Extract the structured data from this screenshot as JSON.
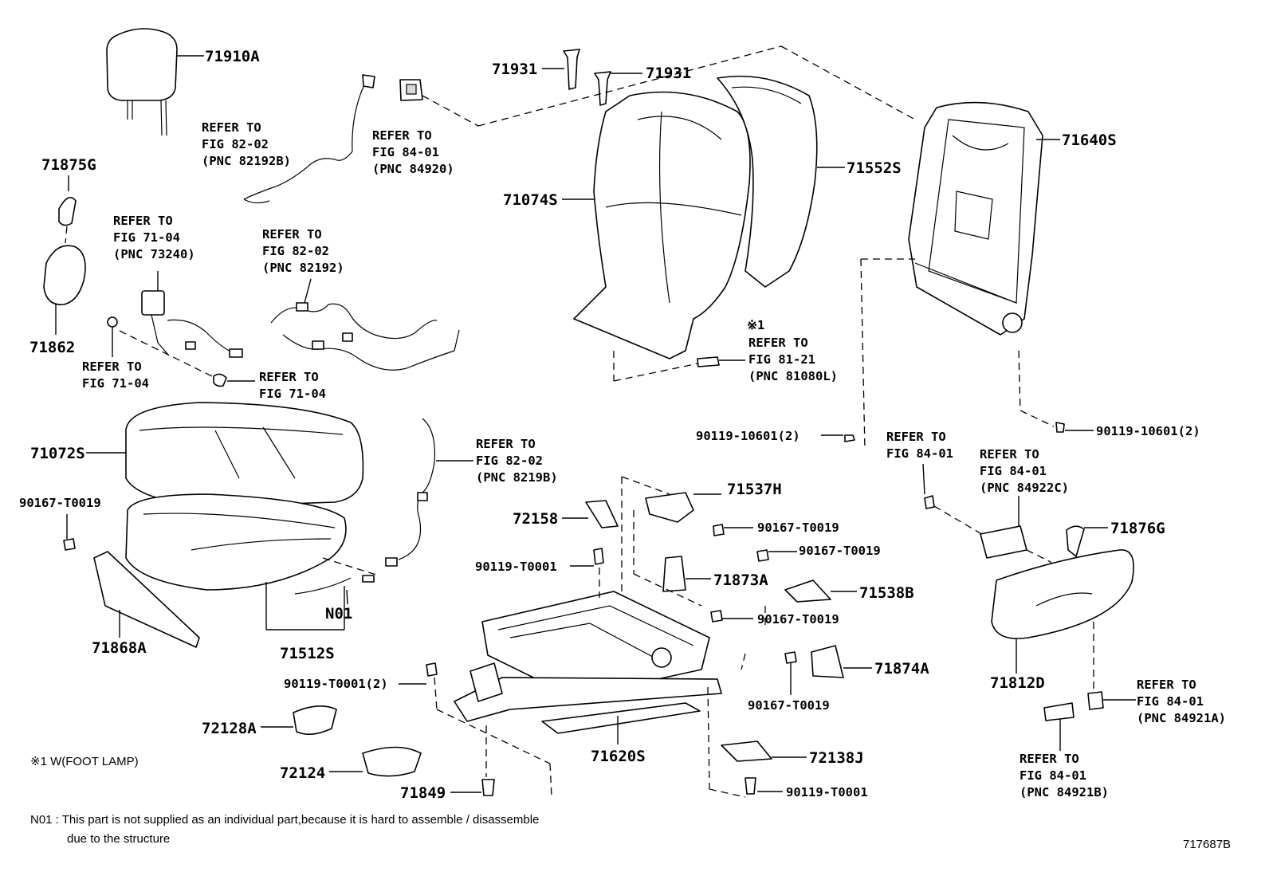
{
  "parts": {
    "p71910A": "71910A",
    "p71931a": "71931",
    "p71931b": "71931",
    "p71640S": "71640S",
    "p71552S": "71552S",
    "p71074S": "71074S",
    "p71875G": "71875G",
    "p71862": "71862",
    "p71072S": "71072S",
    "p90167a": "90167-T0019",
    "p71868A": "71868A",
    "p71512S": "71512S",
    "pN01": "N01",
    "p71537H": "71537H",
    "p72158": "72158",
    "p90167b": "90167-T0019",
    "p90167c": "90167-T0019",
    "p90119T0001a": "90119-T0001",
    "p71873A": "71873A",
    "p71538B": "71538B",
    "p90167d": "90167-T0019",
    "p90119T0001b": "90119-T0001(2)",
    "p71874A": "71874A",
    "p90167e": "90167-T0019",
    "p72128A": "72128A",
    "p71620S": "71620S",
    "p72124": "72124",
    "p71849": "71849",
    "p72138J": "72138J",
    "p90119T0001c": "90119-T0001",
    "p90119_10601a": "90119-10601(2)",
    "p90119_10601b": "90119-10601(2)",
    "p71876G": "71876G",
    "p71812D": "71812D"
  },
  "refs": {
    "r1": [
      "REFER TO",
      "FIG 82-02",
      "(PNC 82192B)"
    ],
    "r2": [
      "REFER TO",
      "FIG 84-01",
      "(PNC 84920)"
    ],
    "r3": [
      "REFER TO",
      "FIG 71-04",
      "(PNC 73240)"
    ],
    "r4": [
      "REFER TO",
      "FIG 82-02",
      "(PNC 82192)"
    ],
    "r5": [
      "REFER TO",
      "FIG 71-04"
    ],
    "r6": [
      "REFER TO",
      "FIG 71-04"
    ],
    "r7": [
      "※1",
      "REFER TO",
      "FIG 81-21",
      "(PNC 81080L)"
    ],
    "r8": [
      "REFER TO",
      "FIG 82-02",
      "(PNC 8219B)"
    ],
    "r9": [
      "REFER TO",
      "FIG 84-01"
    ],
    "r10": [
      "REFER TO",
      "FIG 84-01",
      "(PNC 84922C)"
    ],
    "r11": [
      "REFER TO",
      "FIG 84-01",
      "(PNC 84921A)"
    ],
    "r12": [
      "REFER TO",
      "FIG 84-01",
      "(PNC 84921B)"
    ]
  },
  "notes": {
    "footnote": "※1 W(FOOT LAMP)",
    "n01_line1": "N01 : This part is not supplied as an individual part,because it is hard to assemble / disassemble",
    "n01_line2": "due to the structure",
    "figure_id": "717687B"
  }
}
